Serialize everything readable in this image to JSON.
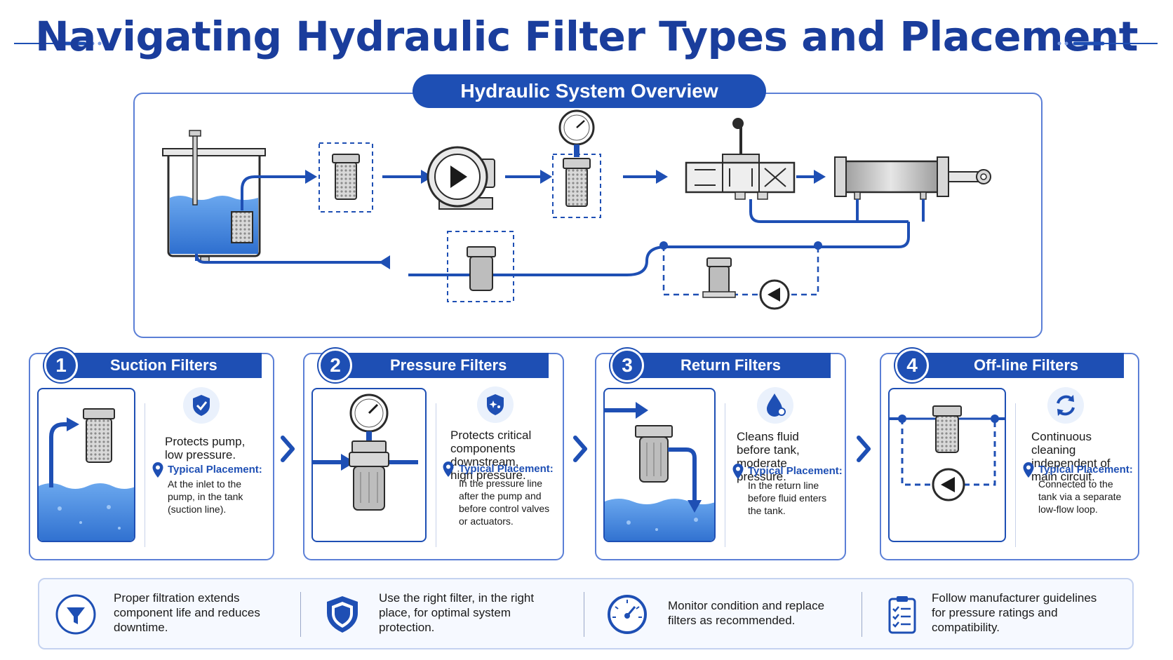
{
  "title": "Navigating Hydraulic Filter Types and Placement",
  "overview": {
    "heading": "Hydraulic System Overview"
  },
  "cards": [
    {
      "number": "1",
      "title": "Suction Filters",
      "icon": "shield-check-icon",
      "description": [
        "Protects pump,",
        "low pressure."
      ],
      "placement_label": "Typical Placement:",
      "placement_text": [
        "At the inlet to the",
        "pump, in the tank",
        "(suction line)."
      ]
    },
    {
      "number": "2",
      "title": "Pressure Filters",
      "icon": "shield-sparkle-icon",
      "description": [
        "Protects critical",
        "components",
        "downstream,",
        "high pressure."
      ],
      "placement_label": "Typical Placement:",
      "placement_text": [
        "In the pressure line",
        "after the pump and",
        "before control valves",
        "or actuators."
      ]
    },
    {
      "number": "3",
      "title": "Return Filters",
      "icon": "droplet-icon",
      "description": [
        "Cleans fluid",
        "before tank,",
        "moderate",
        "pressure."
      ],
      "placement_label": "Typical Placement:",
      "placement_text": [
        "In the return line",
        "before fluid enters",
        "the tank."
      ]
    },
    {
      "number": "4",
      "title": "Off-line Filters",
      "icon": "recycle-icon",
      "description": [
        "Continuous",
        "cleaning",
        "independent of",
        "main circuit."
      ],
      "placement_label": "Typical Placement:",
      "placement_text": [
        "Connected to the",
        "tank via a separate",
        "low-flow loop."
      ]
    }
  ],
  "tips": [
    {
      "icon": "funnel-icon",
      "lines": [
        "Proper filtration extends",
        "component life and reduces",
        "downtime."
      ]
    },
    {
      "icon": "shield-icon",
      "lines": [
        "Use the right filter, in the right",
        "place, for optimal system",
        "protection."
      ]
    },
    {
      "icon": "gauge-icon",
      "lines": [
        "Monitor condition and replace",
        "filters as recommended."
      ]
    },
    {
      "icon": "clipboard-checklist-icon",
      "lines": [
        "Follow manufacturer guidelines",
        "for pressure ratings and",
        "compatibility."
      ]
    }
  ],
  "colors": {
    "primary": "#1e4fb4",
    "title": "#1a3d9c",
    "fluid": "#3f86e0",
    "outline": "#5b7fd6"
  }
}
